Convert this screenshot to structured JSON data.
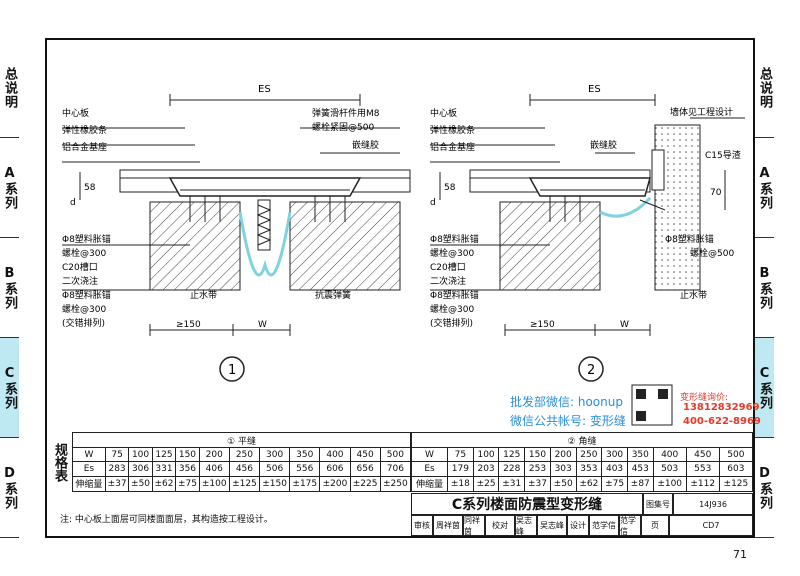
{
  "side_tabs": [
    "总说明",
    "A系列",
    "B系列",
    "C系列",
    "D系列"
  ],
  "drawing1": {
    "es_label": "ES",
    "labels_left": [
      "中心板",
      "弹性橡胶条",
      "铝合金基座",
      "Φ8塑料胀锚",
      "螺栓@300",
      "C20槽口",
      "二次浇注",
      "Φ8塑料胀锚",
      "螺栓@300",
      "(交错排列)"
    ],
    "labels_right": [
      "弹簧滑杆件用M8",
      "螺栓紧固@500",
      "嵌缝胶"
    ],
    "bottom_labels": [
      "止水带",
      "抗震弹簧"
    ],
    "dims": [
      "58",
      "d",
      "≥150",
      "W"
    ],
    "number": "1"
  },
  "drawing2": {
    "es_label": "ES",
    "labels_left": [
      "中心板",
      "弹性橡胶条",
      "铝合金基座",
      "Φ8塑料胀锚",
      "螺栓@300",
      "C20槽口",
      "二次浇注",
      "Φ8塑料胀锚",
      "螺栓@300",
      "(交错排列)"
    ],
    "labels_right": [
      "墙体见工程设计",
      "嵌缝胶",
      "C15导渣",
      "Φ8塑料胀锚",
      "螺栓@500",
      "止水带"
    ],
    "dims": [
      "58",
      "d",
      "70",
      "≥150",
      "W"
    ],
    "number": "2"
  },
  "spec_label": "规格表",
  "table1": {
    "title": "① 平缝",
    "rows": [
      {
        "h": "W",
        "v": [
          "75",
          "100",
          "125",
          "150",
          "200",
          "250",
          "300",
          "350",
          "400",
          "450",
          "500"
        ]
      },
      {
        "h": "Es",
        "v": [
          "283",
          "306",
          "331",
          "356",
          "406",
          "456",
          "506",
          "556",
          "606",
          "656",
          "706"
        ]
      },
      {
        "h": "伸缩量",
        "v": [
          "±37",
          "±50",
          "±62",
          "±75",
          "±100",
          "±125",
          "±150",
          "±175",
          "±200",
          "±225",
          "±250"
        ]
      }
    ]
  },
  "table2": {
    "title": "② 角缝",
    "rows": [
      {
        "h": "W",
        "v": [
          "75",
          "100",
          "125",
          "150",
          "200",
          "250",
          "300",
          "350",
          "400",
          "450",
          "500"
        ]
      },
      {
        "h": "Es",
        "v": [
          "179",
          "203",
          "228",
          "253",
          "303",
          "353",
          "403",
          "453",
          "503",
          "553",
          "603"
        ]
      },
      {
        "h": "伸缩量",
        "v": [
          "±18",
          "±25",
          "±31",
          "±37",
          "±50",
          "±62",
          "±75",
          "±87",
          "±100",
          "±112",
          "±125"
        ]
      }
    ]
  },
  "title_block": {
    "title": "C系列楼面防震型变形缝",
    "atlas_label": "图集号",
    "atlas_no": "14J936",
    "row2": [
      "审核",
      "周祥茵",
      "同祥茵",
      "校对",
      "吴志峰",
      "吴志峰",
      "设计",
      "范学信",
      "范学信",
      "页",
      "CD7"
    ]
  },
  "note": "注: 中心板上面层可同楼面面层，其构造按工程设计。",
  "promo": {
    "line1": "批发部微信: hoonup",
    "line2": "微信公共帐号: 变形缝",
    "brand": "变形缝询价:",
    "phone1": "13812832969",
    "phone2": "400-622-8969"
  },
  "page_number": "71",
  "colors": {
    "tab_active": "#bfe9f2",
    "waterstop": "#7fd3e0",
    "promo_blue": "#2a8fd8",
    "promo_red": "#e03b2b"
  }
}
